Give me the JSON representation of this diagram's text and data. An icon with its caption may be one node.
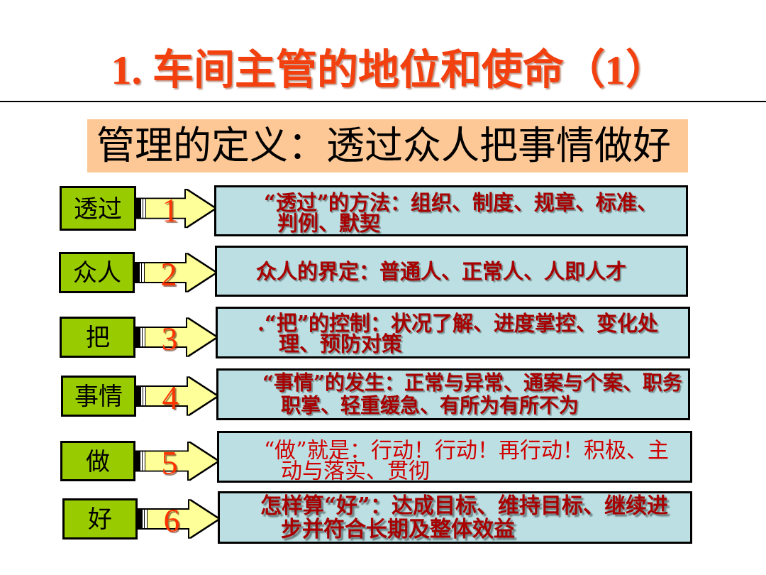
{
  "diagram": {
    "title": "1. 车间主管的地位和使命（1）",
    "nodes": [
      {
        "text": [
          "管理的定义：透过众人把事情做好"
        ]
      },
      {
        "text": [
          "透过"
        ]
      },
      {
        "text": [
          "“透过”的方法：组织、制度、规章、标准、判例、默契"
        ]
      },
      {
        "text": [
          "众人"
        ]
      },
      {
        "text": [
          "众人的界定：普通人、正常人、人即人才"
        ]
      },
      {
        "text": [
          "把"
        ]
      },
      {
        "text": [
          ".“把”的控制：状况了解、进度掌控、变化处理、预防对策"
        ]
      },
      {
        "text": [
          "事情"
        ]
      },
      {
        "text": [
          "“事情”的发生：正常与异常、通案与个案、职务职掌、轻重缓急、有所为有所不为"
        ]
      },
      {
        "text": [
          "做"
        ]
      },
      {
        "text": [
          "“做”就是：行动！行动！再行动！积极、主动与落实、贯彻"
        ]
      },
      {
        "text": [
          "好"
        ]
      },
      {
        "text": [
          "怎样算“好”：达成目标、维持目标、继续进步并符合长期及整体效益"
        ]
      }
    ],
    "edges": [
      {
        "from": 1,
        "to": 2,
        "arrow": "to",
        "label": "1"
      },
      {
        "from": 3,
        "to": 4,
        "arrow": "to",
        "label": "2"
      },
      {
        "from": 5,
        "to": 6,
        "arrow": "to",
        "label": "3"
      },
      {
        "from": 7,
        "to": 8,
        "arrow": "to",
        "label": "4"
      },
      {
        "from": 9,
        "to": 10,
        "arrow": "to",
        "label": "5"
      },
      {
        "from": 11,
        "to": 12,
        "arrow": "to",
        "label": "6"
      }
    ]
  }
}
